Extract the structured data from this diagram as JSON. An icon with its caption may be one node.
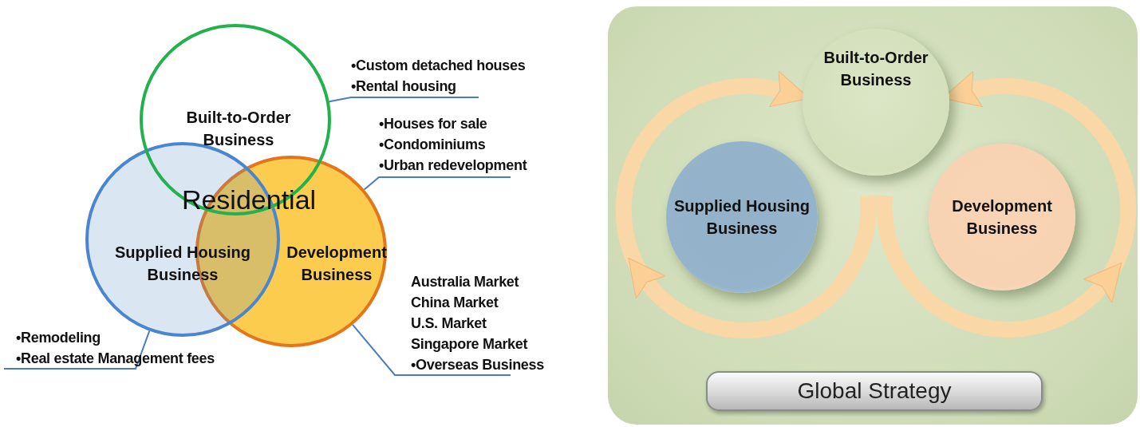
{
  "diagram": {
    "nodes": [
      {
        "text": [
          "Built-to-Order Business"
        ]
      },
      {
        "text": [
          "Supplied Housing Business"
        ]
      },
      {
        "text": [
          "Development Business"
        ]
      },
      {
        "text": [
          "•Custom detached houses",
          "•Rental housing"
        ]
      },
      {
        "text": [
          "•Houses for sale",
          "•Condominiums",
          "•Urban redevelopment"
        ]
      },
      {
        "text": [
          "•Remodeling",
          "•Real estate Management fees"
        ]
      },
      {
        "text": [
          "Australia Market",
          "China Market",
          "U.S. Market",
          "Singapore Market",
          "•Overseas Business"
        ]
      },
      {
        "text": [],
        "shape": "box"
      },
      {
        "text": [
          "Built-to-Order Business"
        ],
        "in": 7
      },
      {
        "text": [
          "Supplied Housing Business"
        ],
        "in": 7
      },
      {
        "text": [
          "Development Business"
        ],
        "in": 7
      },
      {
        "text": [
          "Global Strategy"
        ],
        "in": 7
      }
    ],
    "edges": [
      {
        "from": 3,
        "to": 0,
        "arrow": "none"
      },
      {
        "from": 4,
        "to": 2,
        "arrow": "none"
      },
      {
        "from": 5,
        "to": 1,
        "arrow": "none"
      },
      {
        "from": 6,
        "to": 2,
        "arrow": "none"
      },
      {
        "from": null,
        "to": 8,
        "arrow": "to",
        "style": "thick",
        "color": "#fad7a6"
      },
      {
        "from": null,
        "to": 8,
        "arrow": "to",
        "style": "thick",
        "color": "#fad7a6"
      }
    ],
    "labels": [
      "Residential"
    ]
  }
}
